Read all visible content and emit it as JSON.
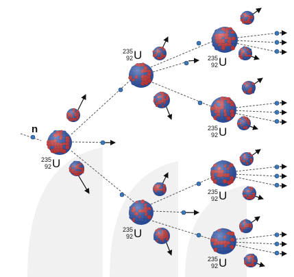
{
  "neutron_label": "n",
  "nuclide": {
    "mass_number": "235",
    "atomic_number": "92",
    "symbol": "U"
  },
  "colors": {
    "proton": "#d1383a",
    "neutron": "#2f56b0",
    "neutron_dot": "#3a78b8",
    "arrow": "#111111",
    "chain_line": "#555555",
    "background_shape": "#f1f1f1"
  },
  "generations": [
    {
      "generation": 1,
      "uranium_nuclei": 1
    },
    {
      "generation": 2,
      "uranium_nuclei": 2
    },
    {
      "generation": 3,
      "uranium_nuclei": 4
    }
  ]
}
